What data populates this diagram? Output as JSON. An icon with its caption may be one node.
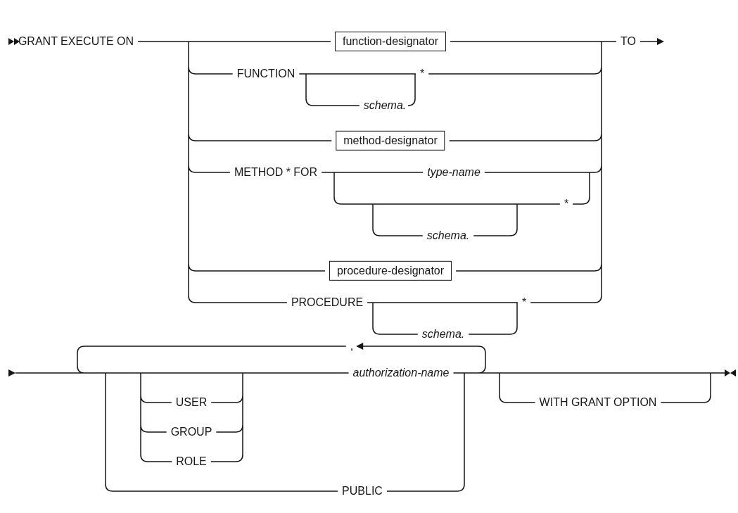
{
  "diagram": {
    "nodes": [
      {
        "text": [
          "function-designator"
        ]
      },
      {
        "text": [
          "method-designator"
        ]
      },
      {
        "text": [
          "procedure-designator"
        ]
      }
    ],
    "labels": [
      "GRANT EXECUTE ON",
      "TO",
      "FUNCTION",
      "*",
      "schema.",
      "METHOD * FOR",
      "type-name",
      "*",
      "schema.",
      "PROCEDURE",
      "*",
      "schema.",
      ",",
      "authorization-name",
      "USER",
      "WITH GRANT OPTION",
      "GROUP",
      "ROLE",
      "PUBLIC"
    ]
  }
}
